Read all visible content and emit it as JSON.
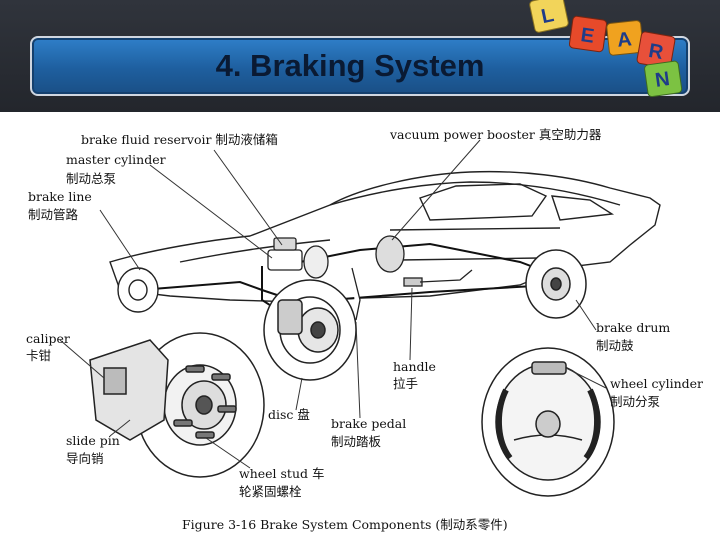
{
  "slide": {
    "title": "4. Braking System"
  },
  "logo": {
    "letters": [
      "L",
      "E",
      "A",
      "R",
      "N"
    ]
  },
  "labels": {
    "reservoir": "brake fluid reservoir 制动液储箱",
    "master_en": "master cylinder",
    "master_zh": "制动总泵",
    "line_en": "brake    line",
    "line_zh": "制动管路",
    "booster": "vacuum power booster 真空助力器",
    "caliper_en": "caliper",
    "caliper_zh": "卡钳",
    "slidepin_en": "slide pin",
    "slidepin_zh": "导向销",
    "disc": "disc 盘",
    "handle_en": "handle",
    "handle_zh": "拉手",
    "pedal_en": "brake pedal",
    "pedal_zh": "制动踏板",
    "stud_en": "wheel    stud    车",
    "stud_zh": "轮紧固螺栓",
    "drum_en": "brake drum",
    "drum_zh": "制动鼓",
    "wheelcyl_en": "wheel cylinder",
    "wheelcyl_zh": "制动分泵"
  },
  "caption": "Figure 3-16    Brake System Components (制动系零件)",
  "colors": {
    "header_bg": "#2a2d33",
    "title_box": "#2a73b8",
    "ink": "#111111"
  }
}
